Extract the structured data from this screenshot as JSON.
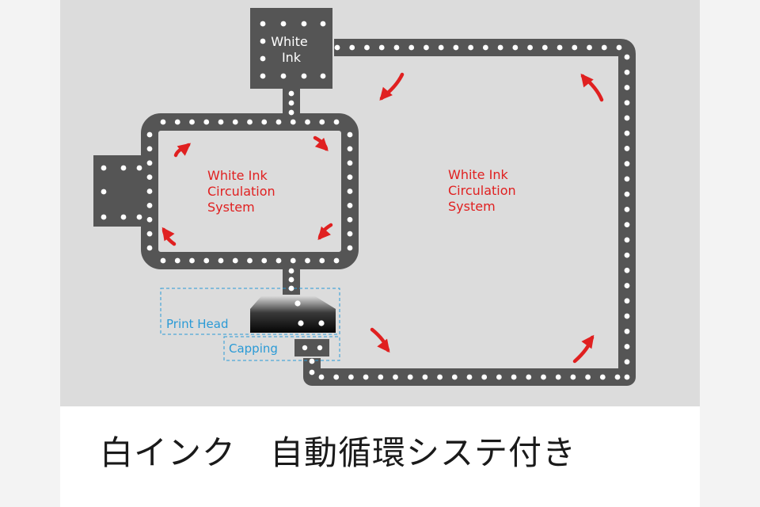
{
  "diagram": {
    "tank_label": [
      "White",
      "Ink"
    ],
    "small_loop_label": [
      "White Ink",
      "Circulation",
      "System"
    ],
    "large_loop_label": [
      "White Ink",
      "Circulation",
      "System"
    ],
    "print_head_label": "Print Head",
    "capping_label": "Capping",
    "colors": {
      "background": "#dcdcdc",
      "pipe": "#555555",
      "dots": "#ffffff",
      "arrow": "#e02020",
      "label_text": "#e02020",
      "callout": "#2a9ad6"
    }
  },
  "caption": "白インク　自動循環システ付き"
}
